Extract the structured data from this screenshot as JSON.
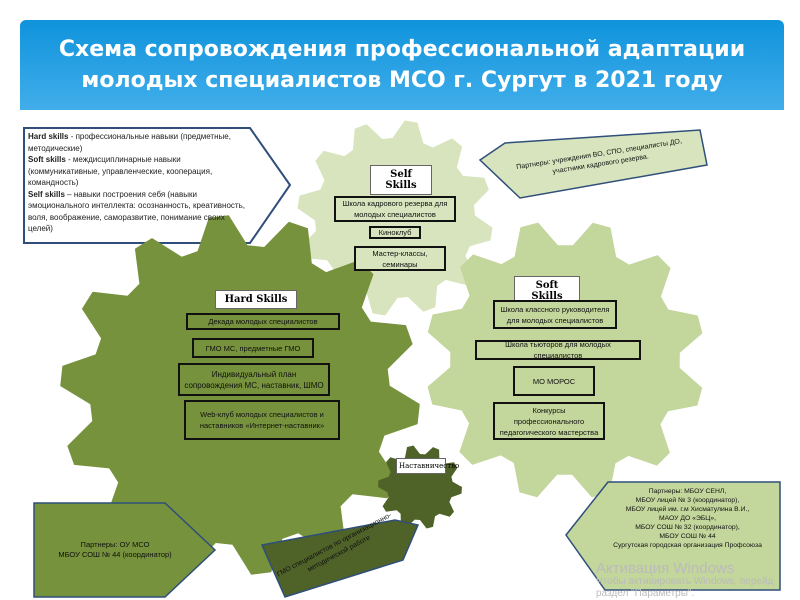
{
  "header": {
    "title_line1": "Схема сопровождения профессиональной адаптации",
    "title_line2": "молодых специалистов МСО г. Сургут в 2021 году"
  },
  "legend": {
    "hard_term": "Hard skills",
    "hard_text": " - профессиональные навыки (предметные, методические)",
    "soft_term": "Soft skills",
    "soft_text": " - междисциплинарные навыки (коммуникативные, управленческие, кооперация, командность)",
    "self_term": "Self skills",
    "self_text": " – навыки построения себя (навыки эмоционального интеллекта: осознанность, креативность, воля, воображение, саморазвитие, понимание своих целей)"
  },
  "self_gear": {
    "title": "Self Skills",
    "items": [
      "Школа кадрового резерва для молодых специалистов",
      "Киноклуб",
      "Мастер-классы, семинары"
    ]
  },
  "soft_gear": {
    "title": "Soft Skills",
    "items": [
      "Школа классного руководителя для молодых специалистов",
      "Школа тьюторов для молодых специалистов",
      "МО МОРОС",
      "Конкурсы профессионального педагогического мастерства"
    ]
  },
  "hard_gear": {
    "title": "Hard Skills",
    "items": [
      "Декада молодых специалистов",
      "ГМО МС, предметные ГМО",
      "Индивидуальный план сопровождения МС, наставник, ШМО",
      "Web-клуб молодых специалистов и наставников «Интернет-наставник»"
    ]
  },
  "mentor_gear": {
    "title": "Наставничество"
  },
  "partners": {
    "self": "Партнеры: учреждения ВО, СПО, специалисты ДО, участники кадрового резерва.",
    "hard": [
      "Партнеры: ОУ МСО",
      "МБОУ СОШ № 44 (координатор)"
    ],
    "gmo": "ГМО специалистов по организационно-методической работе",
    "soft": [
      "Партнеры: МБОУ СЕНЛ,",
      "МБОУ лицей № 3 (координатор),",
      "МБОУ лицей им. г.м Хисматулина В.И.,",
      "МАОУ ДО «ЭБЦ»,",
      "МБОУ СОШ № 32 (координатор),",
      "МБОУ СОШ № 44",
      "Сургутская городская организация Профсоюза"
    ]
  },
  "watermark": {
    "line1": "Активация Windows",
    "line2": "Чтобы активировать Windows, перейд",
    "line3": "раздел \"Параметры\"."
  },
  "colors": {
    "banner": "#1a9ad6",
    "hard": "#76923c",
    "self": "#d7e4bd",
    "soft": "#c3d69b",
    "mentor": "#4f6228"
  }
}
